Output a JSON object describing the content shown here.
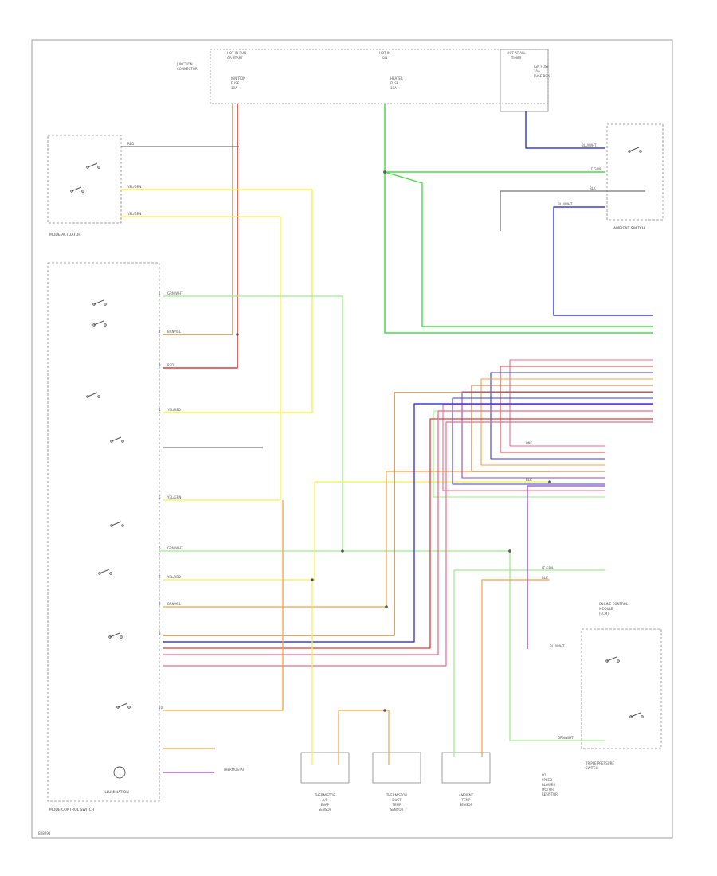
{
  "diagram": {
    "figure_code": "B08291",
    "colors": {
      "red": "#e03a3a",
      "pink": "#f06a8a",
      "green": "#44dd44",
      "light_green": "#99ee88",
      "yellow": "#f2f24a",
      "orange": "#f6a040",
      "blue": "#3b3bdf",
      "purple": "#9944cc",
      "brown": "#b07a3a",
      "gray": "#555555",
      "frame": "#888888"
    },
    "components": {
      "fuse_block_left": [
        "HOT IN RUN",
        "OR START",
        "JUNCTION",
        "CONNECTOR",
        "IGNITION",
        "FUSE",
        "10A"
      ],
      "fuse_block_mid": [
        "HOT IN",
        "ON",
        "HEATER",
        "FUSE",
        "10A"
      ],
      "fuse_block_right": [
        "HOT AT ALL",
        "TIMES",
        "IGN FUSE",
        "10A",
        "FUSE BOX"
      ],
      "mode_actuator": "MODE ACTUATOR",
      "mode_control_switch": "MODE CONTROL SWITCH",
      "illumination": "ILLUMINATION",
      "thermostat_label": "THERMOSTAT",
      "engine_control_module": [
        "ENGINE CONTROL",
        "MODULE",
        "(ECM)"
      ],
      "ambient_switch": "AMBIENT SWITCH",
      "pressure_switch": [
        "TRIPLE PRESSURE",
        "SWITCH"
      ],
      "blower_motor": [
        "LO",
        "SPEED",
        "BLOWER",
        "MOTOR",
        "RESISTOR"
      ],
      "thermistor_1": [
        "THERMISTOR",
        "A/C",
        "EVAP",
        "SENSOR"
      ],
      "thermistor_2": [
        "THERMISTOR",
        "DUCT",
        "TEMP",
        "SENSOR"
      ],
      "ambient_sensor": [
        "AMBIENT",
        "TEMP",
        "SENSOR"
      ]
    },
    "wire_labels": {
      "red": "RED",
      "yel_grn": "YEL/GRN",
      "yel_red": "YEL/RED",
      "brn_yel": "BRN/YEL",
      "grn_wht": "GRN/WHT",
      "blu_wht": "BLU/WHT",
      "blk": "BLK",
      "lt_grn": "LT GRN",
      "pnk": "PNK"
    }
  }
}
